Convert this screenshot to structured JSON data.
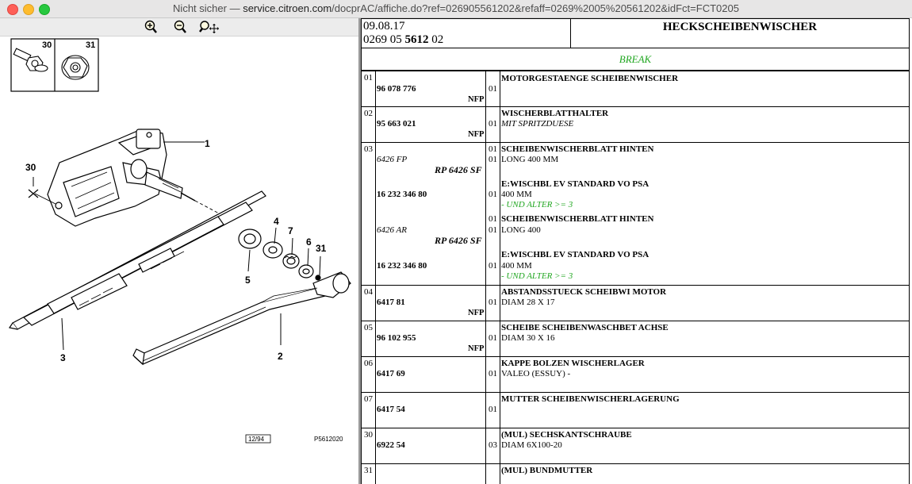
{
  "window": {
    "title_prefix": "Nicht sicher — ",
    "title_host": "service.citroen.com",
    "title_path": "/docprAC/affiche.do?ref=026905561202&refaff=0269%2005%20561202&idFct=FCT0205"
  },
  "toolbar": {
    "zoom_in_icon": "zoom-in-icon",
    "zoom_out_icon": "zoom-out-icon",
    "zoom_move_icon": "zoom-pan-icon"
  },
  "diagram": {
    "callouts": {
      "c1": "1",
      "c2": "2",
      "c3": "3",
      "c4": "4",
      "c5": "5",
      "c6": "6",
      "c7": "7",
      "c30": "30",
      "c31": "31"
    },
    "inset_labels": {
      "a": "30",
      "b": "31"
    },
    "date_code": "12/94",
    "plate_ref": "P5612020"
  },
  "header": {
    "date": "09.08.17",
    "ref_a": "0269 05 ",
    "ref_b": "5612",
    "ref_c": " 02",
    "title": "HECKSCHEIBENWISCHER"
  },
  "variant": "BREAK",
  "rows": [
    {
      "pos": "01",
      "part": "96 078 776",
      "nfp": "NFP",
      "qty": "01",
      "desc": "MOTORGESTAENGE SCHEIBENWISCHER"
    },
    {
      "pos": "02",
      "part": "95 663 021",
      "nfp": "NFP",
      "qty": "01",
      "desc": "WISCHERBLATTHALTER",
      "desc2": "MIT SPRITZDUESE"
    },
    {
      "pos": "03",
      "a_code": "6426 FP",
      "a_rp": "RP 6426 SF",
      "a_qty": "01",
      "a_desc": "SCHEIBENWISCHERBLATT HINTEN",
      "a_qty2": "01",
      "a_desc2": "LONG 400 MM",
      "b_desc": "E:WISCHBL EV STANDARD VO PSA",
      "b_part": "16 232 346 80",
      "b_qty": "01",
      "b_desc2": "400 MM",
      "b_note": "- UND ALTER >= 3",
      "c_code": "6426 AR",
      "c_rp": "RP 6426 SF",
      "c_qty": "01",
      "c_desc": "SCHEIBENWISCHERBLATT HINTEN",
      "c_qty2": "01",
      "c_desc2": "LONG 400",
      "d_desc": "E:WISCHBL EV STANDARD VO PSA",
      "d_part": "16 232 346 80",
      "d_qty": "01",
      "d_desc2": "400 MM",
      "d_note": "- UND ALTER >= 3"
    },
    {
      "pos": "04",
      "part": "6417 81",
      "nfp": "NFP",
      "qty": "01",
      "desc": "ABSTANDSSTUECK SCHEIBWI MOTOR",
      "desc2": "DIAM 28 X 17"
    },
    {
      "pos": "05",
      "part": "96 102 955",
      "nfp": "NFP",
      "qty": "01",
      "desc": "SCHEIBE SCHEIBENWASCHBET ACHSE",
      "desc2": "DIAM 30 X 16"
    },
    {
      "pos": "06",
      "part": "6417 69",
      "qty": "01",
      "desc": "KAPPE BOLZEN WISCHERLAGER",
      "desc2": "VALEO (ESSUY) -"
    },
    {
      "pos": "07",
      "part": "6417 54",
      "qty": "01",
      "desc": "MUTTER SCHEIBENWISCHERLAGERUNG"
    },
    {
      "pos": "30",
      "part": "6922 54",
      "qty": "03",
      "desc": "(MUL) SECHSKANTSCHRAUBE",
      "desc2": "DIAM 6X100-20"
    },
    {
      "pos": "31",
      "desc": "(MUL) BUNDMUTTER"
    }
  ],
  "colors": {
    "note_green": "#22a722",
    "titlebar_bg": "#e7e6e6"
  }
}
